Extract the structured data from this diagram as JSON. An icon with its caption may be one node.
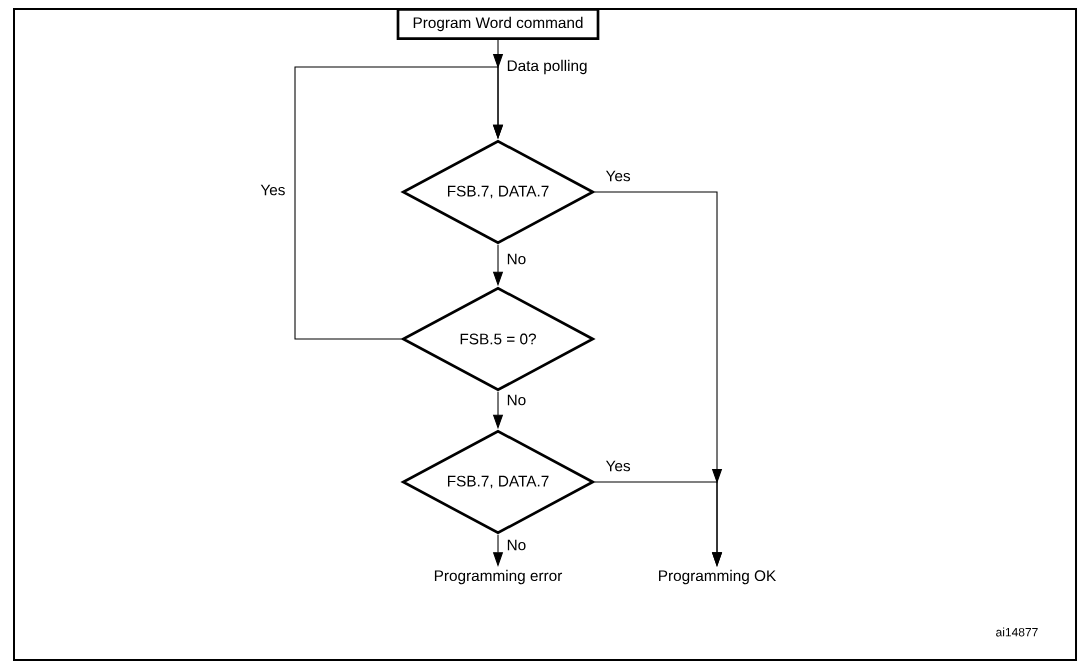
{
  "diagram": {
    "nodes": [
      {
        "text": [
          "Program Word command"
        ]
      },
      {
        "text": [
          "FSB.7, DATA.7"
        ]
      },
      {
        "text": [
          "FSB.5 = 0?"
        ]
      },
      {
        "text": [
          "FSB.7, DATA.7"
        ]
      },
      {
        "text": [
          "Programming error"
        ]
      },
      {
        "text": [
          "Programming OK"
        ]
      }
    ],
    "edges": [
      {
        "from": 0,
        "to": 1,
        "arrow": "to",
        "label": "Data polling"
      },
      {
        "from": 1,
        "to": 5,
        "arrow": "to",
        "label": "Yes"
      },
      {
        "from": 1,
        "to": 2,
        "arrow": "to",
        "label": "No"
      },
      {
        "from": 2,
        "to": 1,
        "arrow": "to",
        "label": "Yes"
      },
      {
        "from": 2,
        "to": 3,
        "arrow": "to",
        "label": "No"
      },
      {
        "from": 3,
        "to": 5,
        "arrow": "to",
        "label": "Yes"
      },
      {
        "from": 3,
        "to": 4,
        "arrow": "to",
        "label": "No"
      }
    ],
    "labels": [
      "ai14877"
    ]
  }
}
